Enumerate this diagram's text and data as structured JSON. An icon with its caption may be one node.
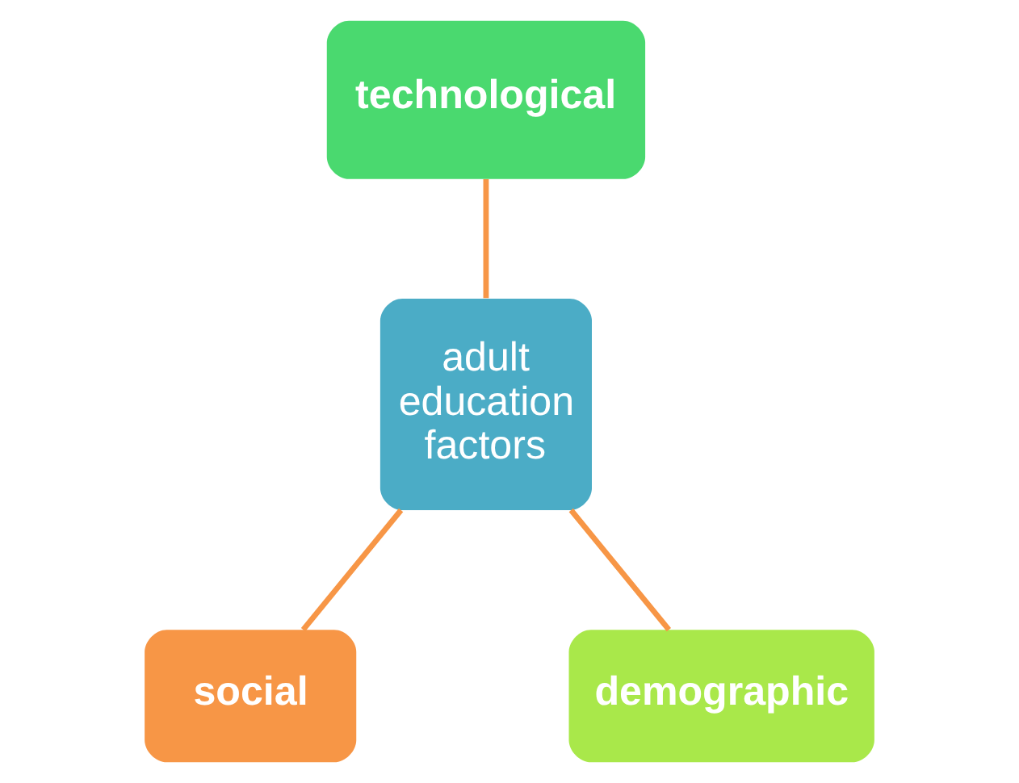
{
  "diagram": {
    "nodes": [
      {
        "text": [
          "technological"
        ]
      },
      {
        "text": [
          "adult education factors"
        ]
      },
      {
        "text": [
          "social"
        ]
      },
      {
        "text": [
          "demographic"
        ]
      }
    ],
    "edges": [
      {
        "from": 0,
        "to": 1,
        "arrow": "none"
      },
      {
        "from": 1,
        "to": 2,
        "arrow": "none"
      },
      {
        "from": 1,
        "to": 3,
        "arrow": "none"
      }
    ]
  }
}
